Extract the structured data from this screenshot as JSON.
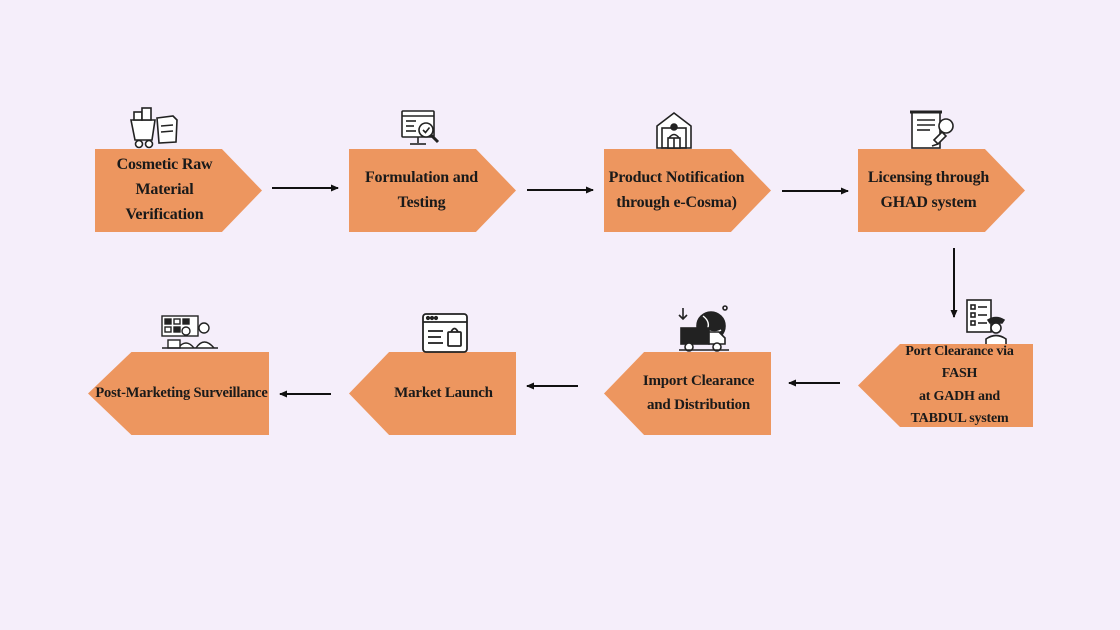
{
  "colors": {
    "background": "#F5EEFA",
    "step_fill": "#ED965F",
    "arrow": "#111111",
    "icon_stroke": "#222222"
  },
  "steps": [
    {
      "label": "Cosmetic Raw\nMaterial Verification",
      "icon": "raw-material-cart-icon"
    },
    {
      "label": "Formulation and\nTesting",
      "icon": "monitor-magnifier-icon"
    },
    {
      "label": "Product Notification\nthrough e-Cosma)",
      "icon": "warehouse-worker-icon"
    },
    {
      "label": "Licensing through\nGHAD system",
      "icon": "license-document-stamp-icon"
    },
    {
      "label": "Port Clearance via FASH\nat GADH and\nTABDUL system",
      "icon": "customs-officer-checklist-icon"
    },
    {
      "label": "Import Clearance\nand Distribution",
      "icon": "global-delivery-truck-icon"
    },
    {
      "label": "Market Launch",
      "icon": "online-shop-browser-icon"
    },
    {
      "label": "Post-Marketing Surveillance",
      "icon": "team-monitoring-icon"
    }
  ]
}
